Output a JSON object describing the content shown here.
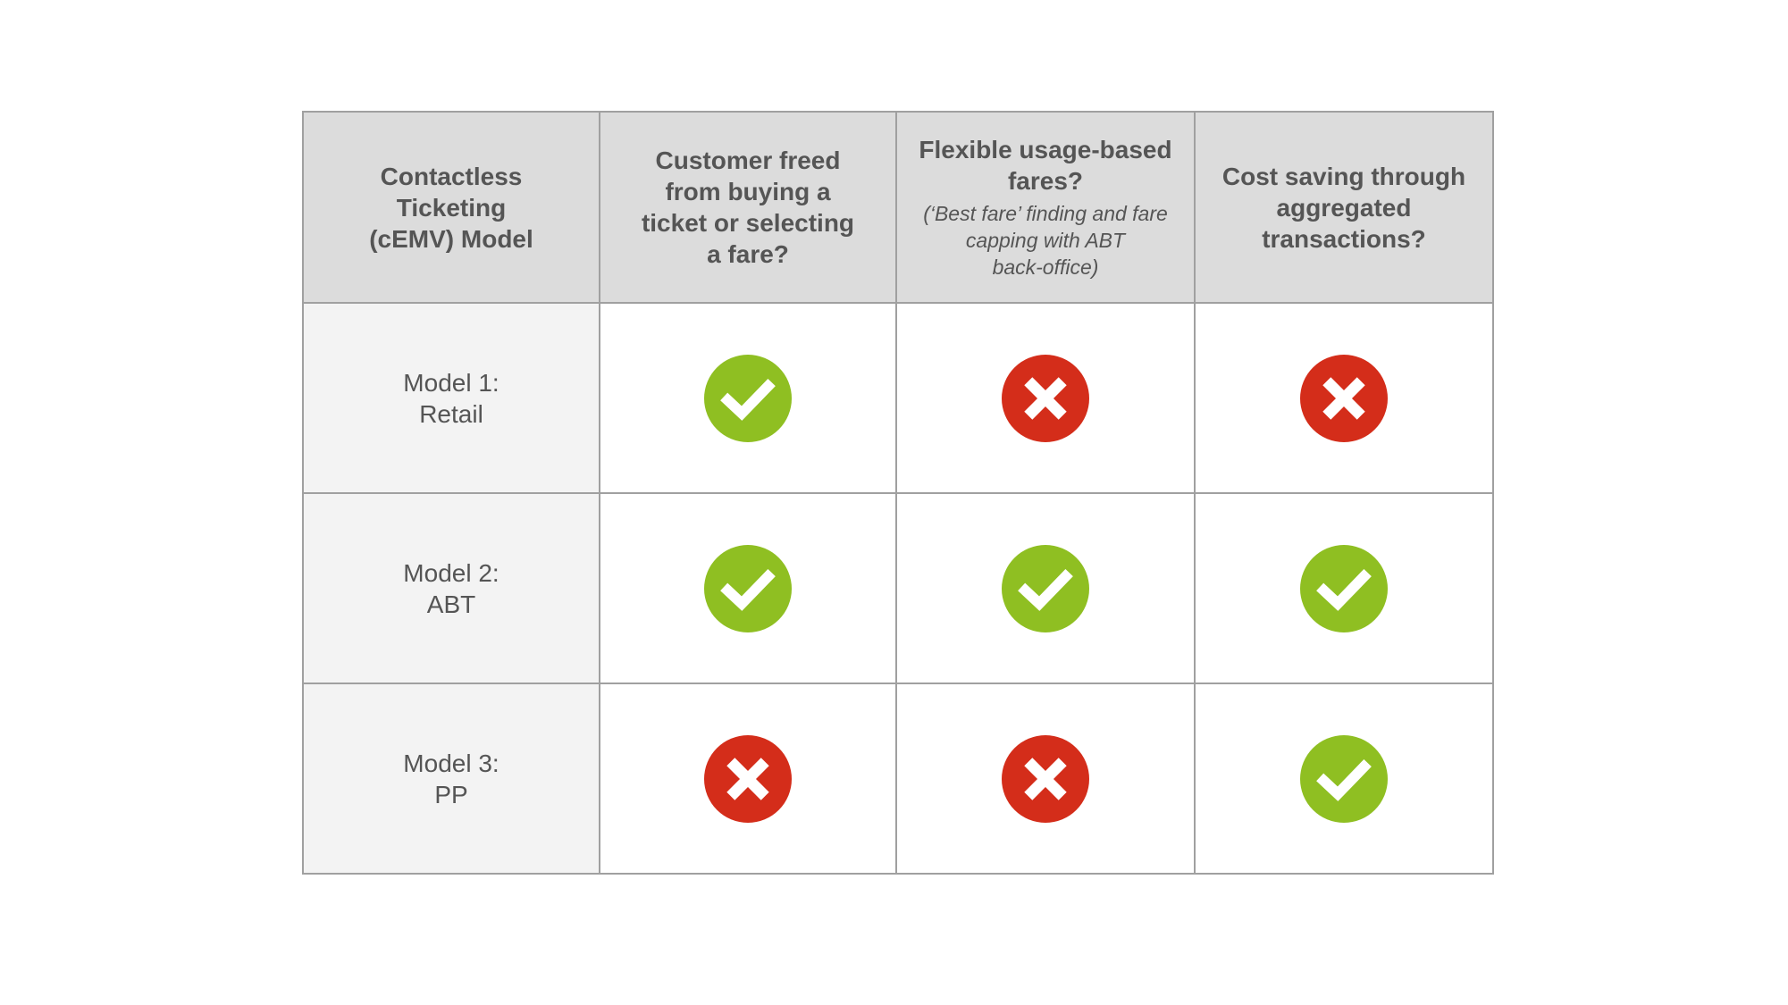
{
  "colors": {
    "check": "#8fbf22",
    "cross": "#d42d1a",
    "header_bg": "#dcdcdc",
    "label_bg": "#f3f3f3",
    "text": "#555555",
    "border": "#a0a0a0"
  },
  "header": {
    "col0": [
      "Contactless",
      "Ticketing",
      "(cEMV) Model"
    ],
    "col1": [
      "Customer freed",
      "from buying a",
      "ticket or selecting",
      "a fare?"
    ],
    "col2": [
      "Flexible usage-based",
      "fares?"
    ],
    "col2_note": [
      "(‘Best fare’ finding and fare",
      "capping with ABT",
      "back-office)"
    ],
    "col3": [
      "Cost saving through",
      "aggregated",
      "transactions?"
    ]
  },
  "rows": [
    {
      "label": [
        "Model 1:",
        "Retail"
      ],
      "marks": [
        "check-icon",
        "cross-icon",
        "cross-icon"
      ]
    },
    {
      "label": [
        "Model 2:",
        "ABT"
      ],
      "marks": [
        "check-icon",
        "check-icon",
        "check-icon"
      ]
    },
    {
      "label": [
        "Model 3:",
        "PP"
      ],
      "marks": [
        "cross-icon",
        "cross-icon",
        "check-icon"
      ]
    }
  ]
}
